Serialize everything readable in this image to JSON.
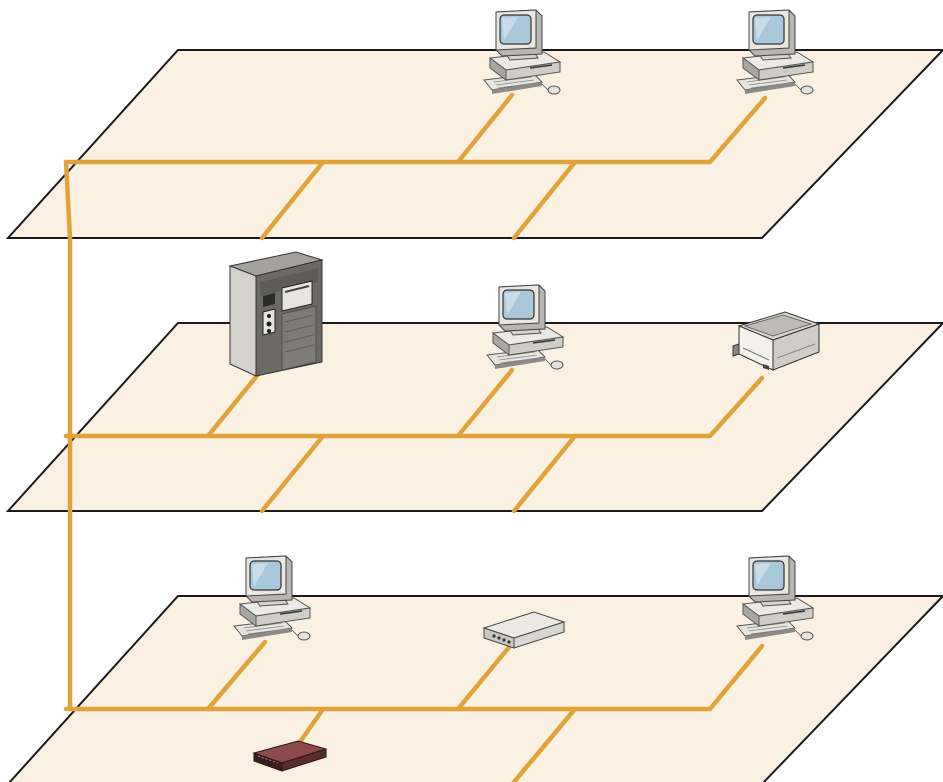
{
  "diagram": {
    "colors": {
      "floor_fill": "#fbf1e3",
      "floor_edge": "#1a1a1a",
      "cable": "#e2a23a",
      "monitor_screen": "#a9c8da",
      "device_body": "#e6e4de",
      "server_body": "#6b6a66"
    },
    "floors": [
      {
        "name": "top-floor",
        "devices": [
          {
            "type": "workstation",
            "icon": "desktop-computer-icon"
          },
          {
            "type": "workstation",
            "icon": "desktop-computer-icon"
          }
        ]
      },
      {
        "name": "middle-floor",
        "devices": [
          {
            "type": "server",
            "icon": "server-tower-icon"
          },
          {
            "type": "workstation",
            "icon": "desktop-computer-icon"
          },
          {
            "type": "printer",
            "icon": "laser-printer-icon"
          }
        ]
      },
      {
        "name": "bottom-floor",
        "devices": [
          {
            "type": "workstation",
            "icon": "desktop-computer-icon"
          },
          {
            "type": "hub",
            "icon": "network-hub-icon"
          },
          {
            "type": "workstation",
            "icon": "desktop-computer-icon"
          },
          {
            "type": "modem",
            "icon": "modem-icon"
          }
        ]
      }
    ],
    "backbone": {
      "icon": "vertical-riser-cable",
      "connects": [
        "top-floor",
        "middle-floor",
        "bottom-floor"
      ]
    }
  }
}
